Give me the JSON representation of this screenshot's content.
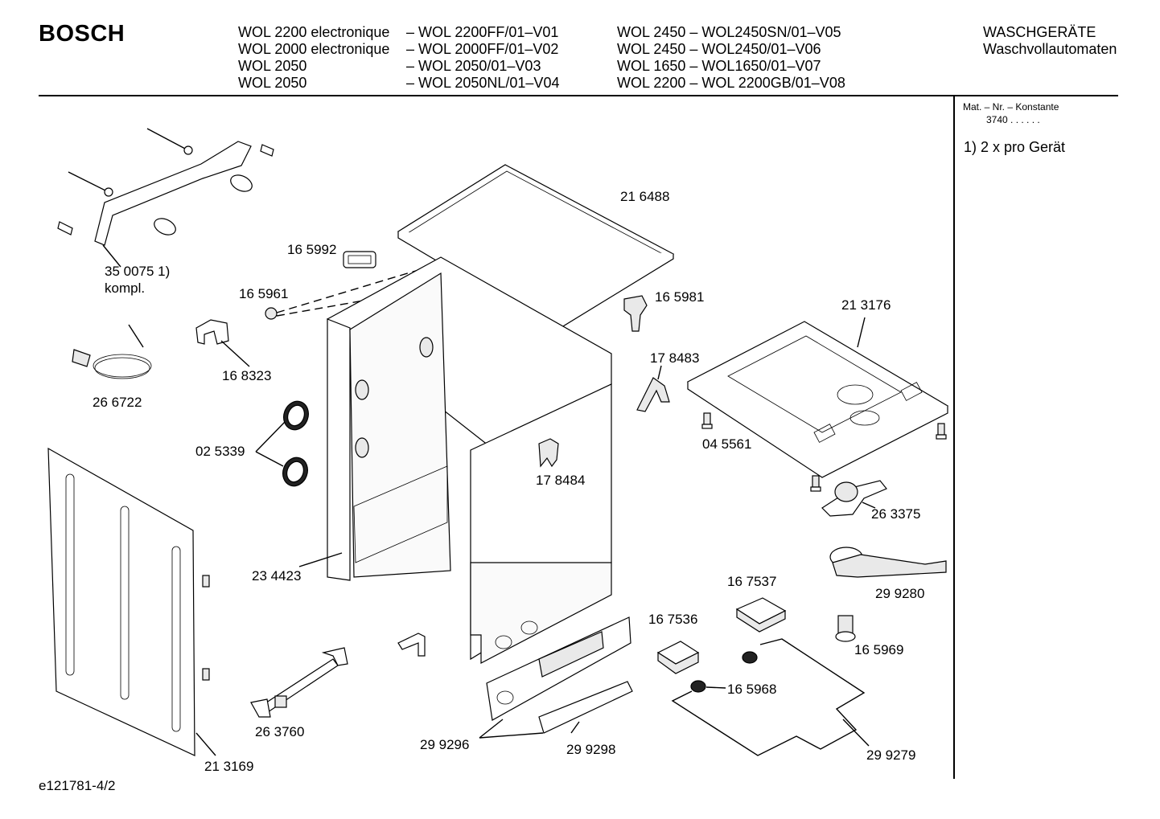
{
  "header": {
    "brand": "BOSCH",
    "models_left": [
      "WOL 2200 electronique",
      "WOL 2000 electronique",
      "WOL 2050",
      "WOL 2050"
    ],
    "variants_left": [
      "– WOL 2200FF/01–V01",
      "– WOL 2000FF/01–V02",
      "– WOL 2050/01–V03",
      "– WOL 2050NL/01–V04"
    ],
    "models_right": [
      "WOL 2450 – WOL2450SN/01–V05",
      "WOL 2450 – WOL2450/01–V06",
      "WOL 1650 – WOL1650/01–V07",
      "WOL 2200  –  WOL 2200GB/01–V08"
    ],
    "category": "WASCHGERÄTE",
    "subcategory": "Waschvollautomaten"
  },
  "sidebar": {
    "mat_label": "Mat. – Nr. – Konstante",
    "mat_value": "3740  .  .   .  .  .  .",
    "note": "1)  2 x pro Gerät"
  },
  "parts": {
    "p350075": "35 0075 1)",
    "p350075b": "kompl.",
    "p165992": "16 5992",
    "p165961": "16 5961",
    "p168323": "16 8323",
    "p266722": "26 6722",
    "p025339": "02 5339",
    "p216488": "21 6488",
    "p165981": "16 5981",
    "p213176": "21 3176",
    "p178483": "17 8483",
    "p045561": "04 5561",
    "p178484": "17 8484",
    "p263375": "26 3375",
    "p234423": "23 4423",
    "p299280": "29 9280",
    "p167537": "16 7537",
    "p167536": "16 7536",
    "p165969": "16 5969",
    "p165968": "16 5968",
    "p263760": "26 3760",
    "p299296": "29 9296",
    "p299298": "29 9298",
    "p299279": "29 9279",
    "p213169": "21 3169"
  },
  "footer": {
    "doc_id": "e121781-4/2"
  }
}
